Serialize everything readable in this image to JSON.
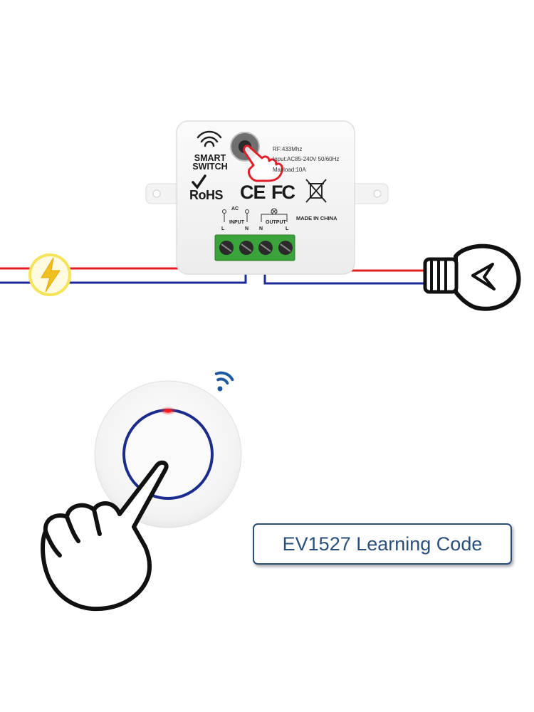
{
  "device": {
    "label_line1": "SMART",
    "label_line2": "SWITCH",
    "rohs": "RoHS",
    "spec_rf": "RF:433Mhz",
    "spec_input": "Input:AC85-240V 50/60Hz",
    "spec_load": "Maxload:10A",
    "ce_mark": "CE",
    "fc_mark": "FC",
    "ac_label": "AC",
    "input_label": "INPUT",
    "output_label": "OUTPUT",
    "terminal_l1": "L",
    "terminal_n1": "N",
    "terminal_n2": "N",
    "terminal_l2": "L",
    "made_in": "MADE IN CHINA"
  },
  "caption": "EV1527 Learning Code",
  "colors": {
    "live_wire": "#e02020",
    "neutral_wire": "#1e2a9a",
    "terminal_green": "#3aa33a",
    "power_badge": "#f5e35a",
    "button_ring": "#1c2c8c",
    "wifi_icon": "#1f5aa0",
    "caption_text": "#2a4f7a"
  }
}
